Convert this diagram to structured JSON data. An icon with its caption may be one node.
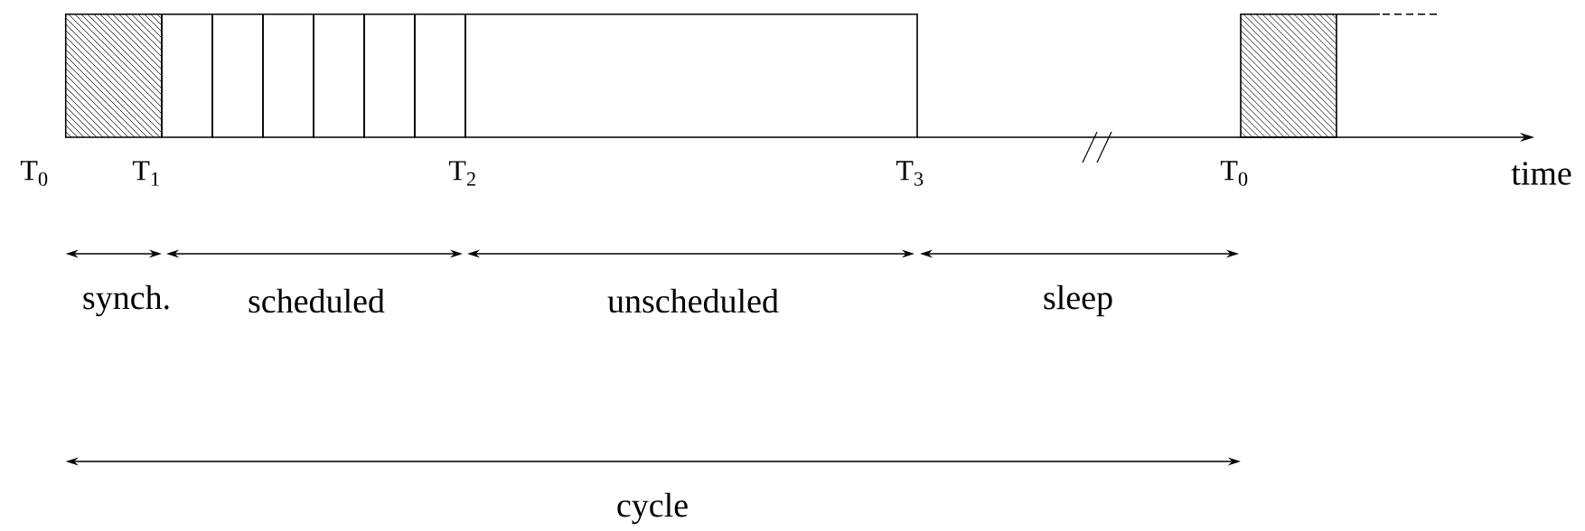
{
  "diagram": {
    "labels": [
      "T$_{0}$",
      "T$_{1}$",
      "T$_{2}$",
      "T$_{3}$",
      "T$_{0}$",
      "time",
      "synch.",
      "scheduled",
      "unscheduled",
      "sleep",
      "cycle"
    ]
  }
}
